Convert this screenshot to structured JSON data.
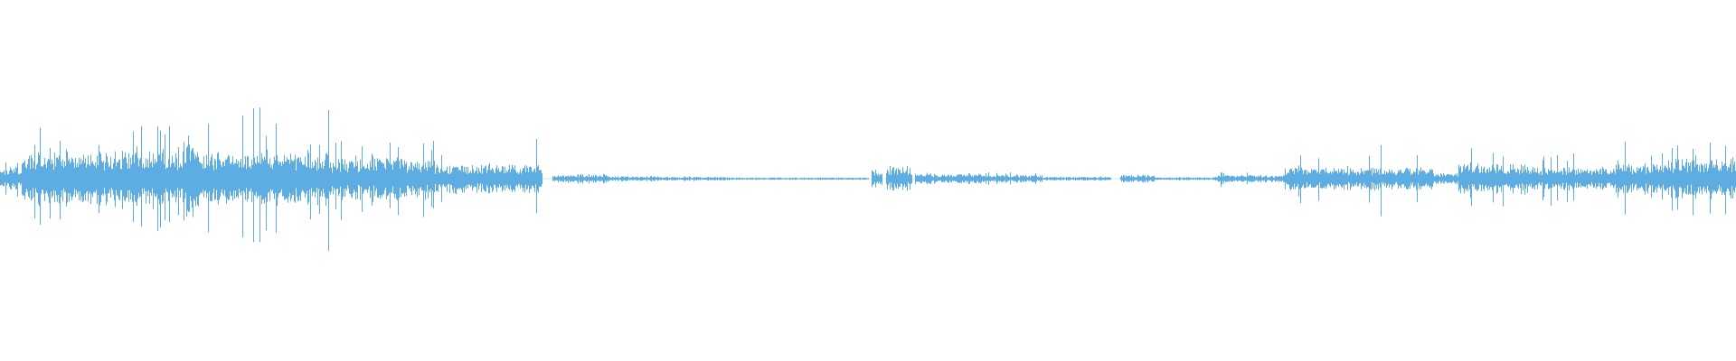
{
  "waveform": {
    "color": "#5DADE2",
    "background": "#FFFFFF",
    "segments": [
      {
        "start": 0.0,
        "end": 0.012,
        "amp": 0.12,
        "spike": 0.2
      },
      {
        "start": 0.012,
        "end": 0.11,
        "amp": 0.3,
        "spike": 0.6
      },
      {
        "start": 0.105,
        "end": 0.115,
        "amp": 0.45,
        "spike": 1.0
      },
      {
        "start": 0.115,
        "end": 0.19,
        "amp": 0.28,
        "spike": 0.75
      },
      {
        "start": 0.19,
        "end": 0.25,
        "amp": 0.22,
        "spike": 0.45
      },
      {
        "start": 0.25,
        "end": 0.312,
        "amp": 0.16,
        "spike": 0.45
      },
      {
        "start": 0.318,
        "end": 0.35,
        "amp": 0.04,
        "spike": 0.05
      },
      {
        "start": 0.35,
        "end": 0.38,
        "amp": 0.025,
        "spike": 0.03
      },
      {
        "start": 0.38,
        "end": 0.42,
        "amp": 0.02,
        "spike": 0.025
      },
      {
        "start": 0.42,
        "end": 0.5,
        "amp": 0.012,
        "spike": 0.015
      },
      {
        "start": 0.502,
        "end": 0.508,
        "amp": 0.08,
        "spike": 0.09
      },
      {
        "start": 0.51,
        "end": 0.525,
        "amp": 0.12,
        "spike": 0.13
      },
      {
        "start": 0.527,
        "end": 0.565,
        "amp": 0.05,
        "spike": 0.06
      },
      {
        "start": 0.565,
        "end": 0.6,
        "amp": 0.04,
        "spike": 0.08
      },
      {
        "start": 0.6,
        "end": 0.64,
        "amp": 0.02,
        "spike": 0.03
      },
      {
        "start": 0.645,
        "end": 0.665,
        "amp": 0.04,
        "spike": 0.05
      },
      {
        "start": 0.665,
        "end": 0.7,
        "amp": 0.015,
        "spike": 0.02
      },
      {
        "start": 0.7,
        "end": 0.74,
        "amp": 0.04,
        "spike": 0.08
      },
      {
        "start": 0.74,
        "end": 0.79,
        "amp": 0.12,
        "spike": 0.28
      },
      {
        "start": 0.79,
        "end": 0.825,
        "amp": 0.12,
        "spike": 0.58
      },
      {
        "start": 0.825,
        "end": 0.84,
        "amp": 0.06,
        "spike": 0.1
      },
      {
        "start": 0.84,
        "end": 0.88,
        "amp": 0.17,
        "spike": 0.35
      },
      {
        "start": 0.88,
        "end": 0.93,
        "amp": 0.12,
        "spike": 0.38
      },
      {
        "start": 0.93,
        "end": 0.965,
        "amp": 0.16,
        "spike": 0.4
      },
      {
        "start": 0.965,
        "end": 1.0,
        "amp": 0.22,
        "spike": 0.6
      }
    ]
  }
}
